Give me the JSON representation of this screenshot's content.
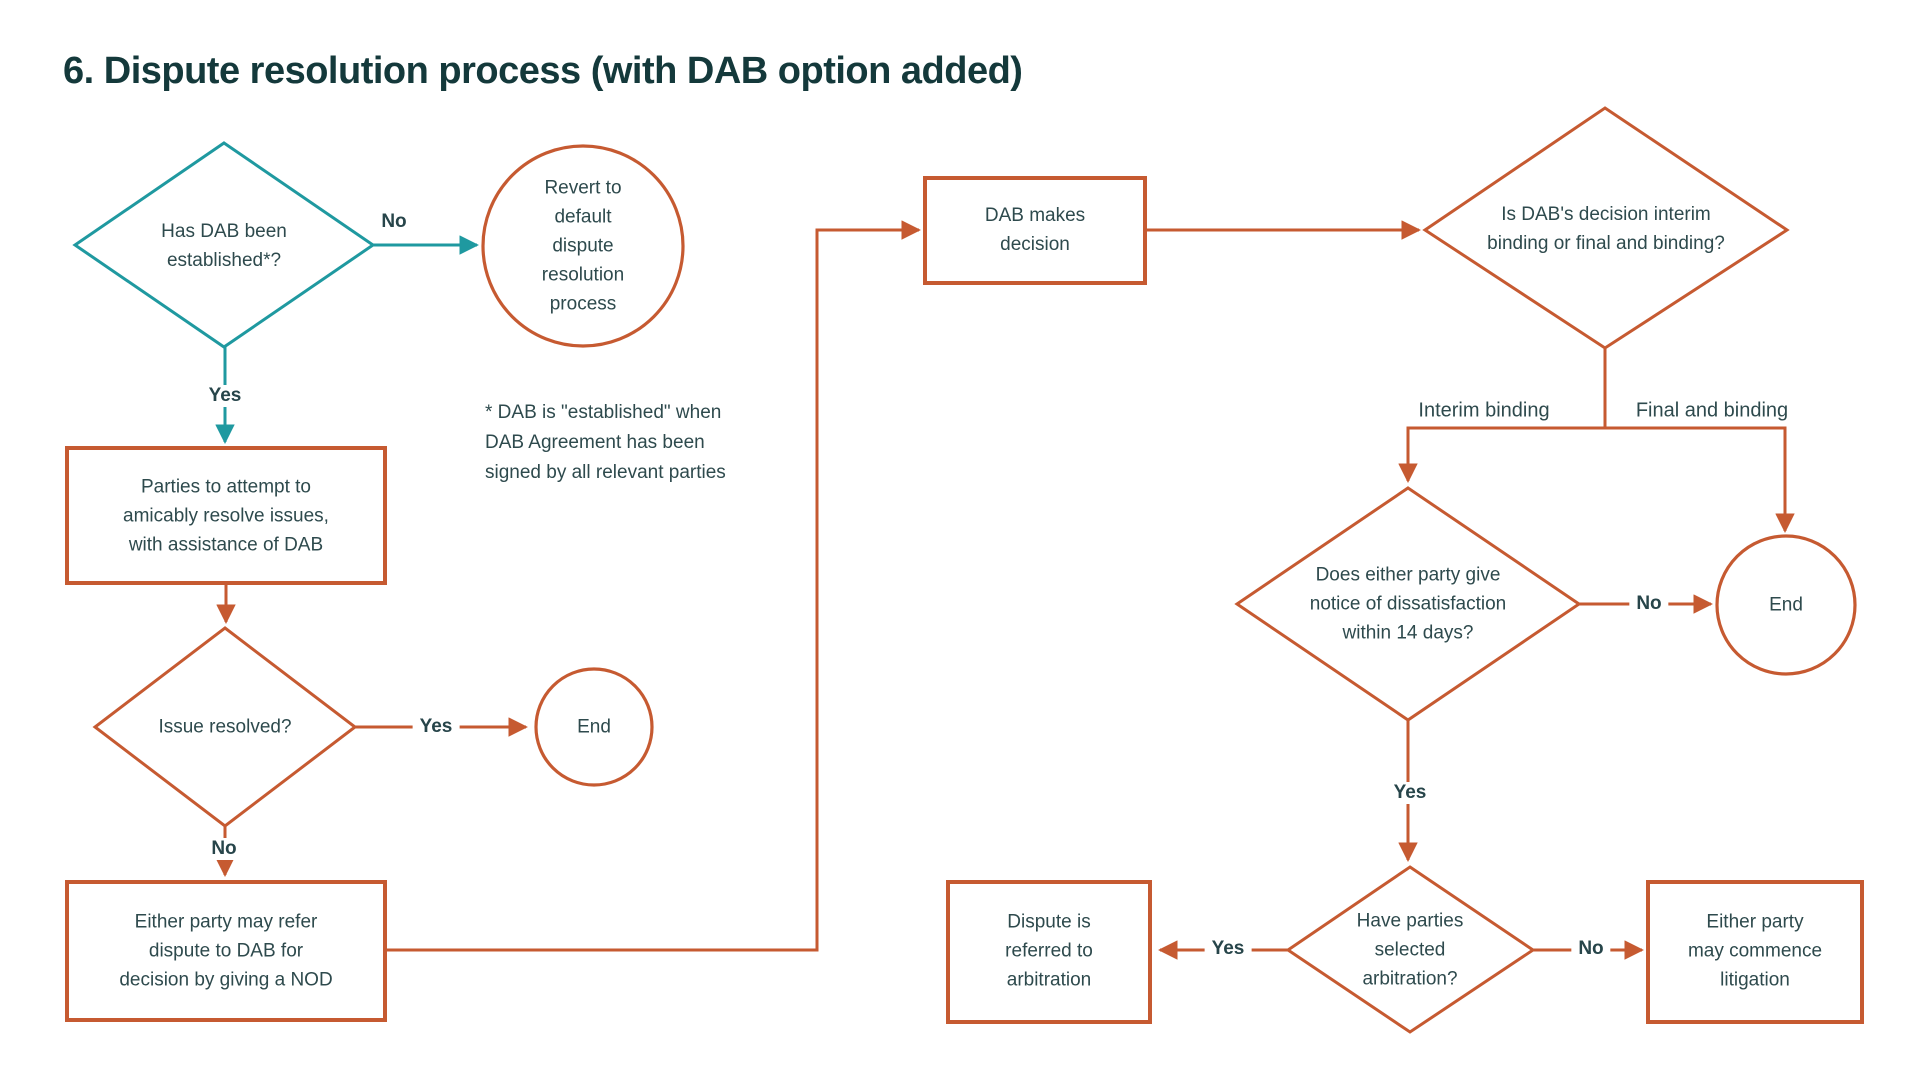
{
  "title": "6. Dispute resolution process (with DAB option added)",
  "colors": {
    "teal": "#1F99A0",
    "orange": "#C65A31",
    "title_text": "#14393B",
    "node_text": "#2E4A4D",
    "label_text": "#27454A",
    "background": "#FFFFFF"
  },
  "nodes": {
    "has_dab": "Has DAB been\nestablished*?",
    "revert": "Revert to\ndefault\ndispute\nresolution\nprocess",
    "amicably": "Parties to attempt to\namicably resolve issues,\nwith assistance of DAB",
    "issue_resolved": "Issue resolved?",
    "end1": "End",
    "refer_nod": "Either party may refer\ndispute to DAB for\ndecision by giving a NOD",
    "dab_decision": "DAB makes\ndecision",
    "interim_or_final": "Is DAB's decision interim\nbinding or final and binding?",
    "notice": "Does either party give\nnotice of dissatisfaction\nwithin 14 days?",
    "end2": "End",
    "selected_arbitration": "Have parties\nselected\narbitration?",
    "arbitration": "Dispute is\nreferred to\narbitration",
    "litigation": "Either party\nmay commence\nlitigation"
  },
  "labels": {
    "no1": "No",
    "yes1": "Yes",
    "yes2": "Yes",
    "no2": "No",
    "interim": "Interim binding",
    "final": "Final and binding",
    "no3": "No",
    "yes3": "Yes",
    "yes4": "Yes",
    "no4": "No"
  },
  "note": "* DAB is \"established\" when\nDAB Agreement has been\nsigned by all relevant parties"
}
